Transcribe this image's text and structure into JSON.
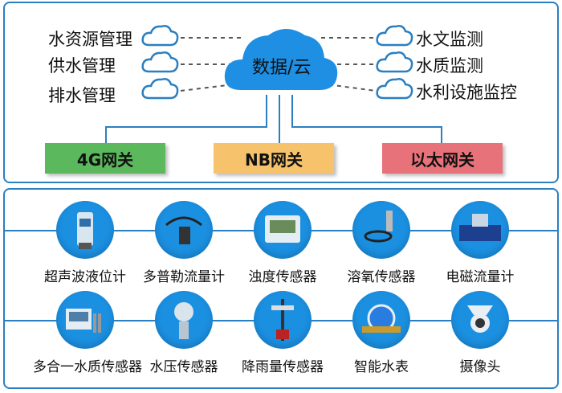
{
  "cloud_center_label": "数据/云",
  "left_items": [
    "水资源管理",
    "供水管理",
    "排水管理"
  ],
  "right_items": [
    "水文监测",
    "水质监测",
    "水利设施监控"
  ],
  "gateways": [
    {
      "label": "4G网关",
      "color": "#5cb85c"
    },
    {
      "label": "NB网关",
      "color": "#f6c26b"
    },
    {
      "label": "以太网关",
      "color": "#e8727a"
    }
  ],
  "devices_row1": [
    "超声波液位计",
    "多普勒流量计",
    "浊度传感器",
    "溶氧传感器",
    "电磁流量计"
  ],
  "devices_row2": [
    "多合一水质传感器",
    "水压传感器",
    "降雨量传感器",
    "智能水表",
    "摄像头"
  ],
  "colors": {
    "frame": "#2a7fc1",
    "cloud": "#1e8fe3",
    "device_circle": "#1b8fe0"
  }
}
